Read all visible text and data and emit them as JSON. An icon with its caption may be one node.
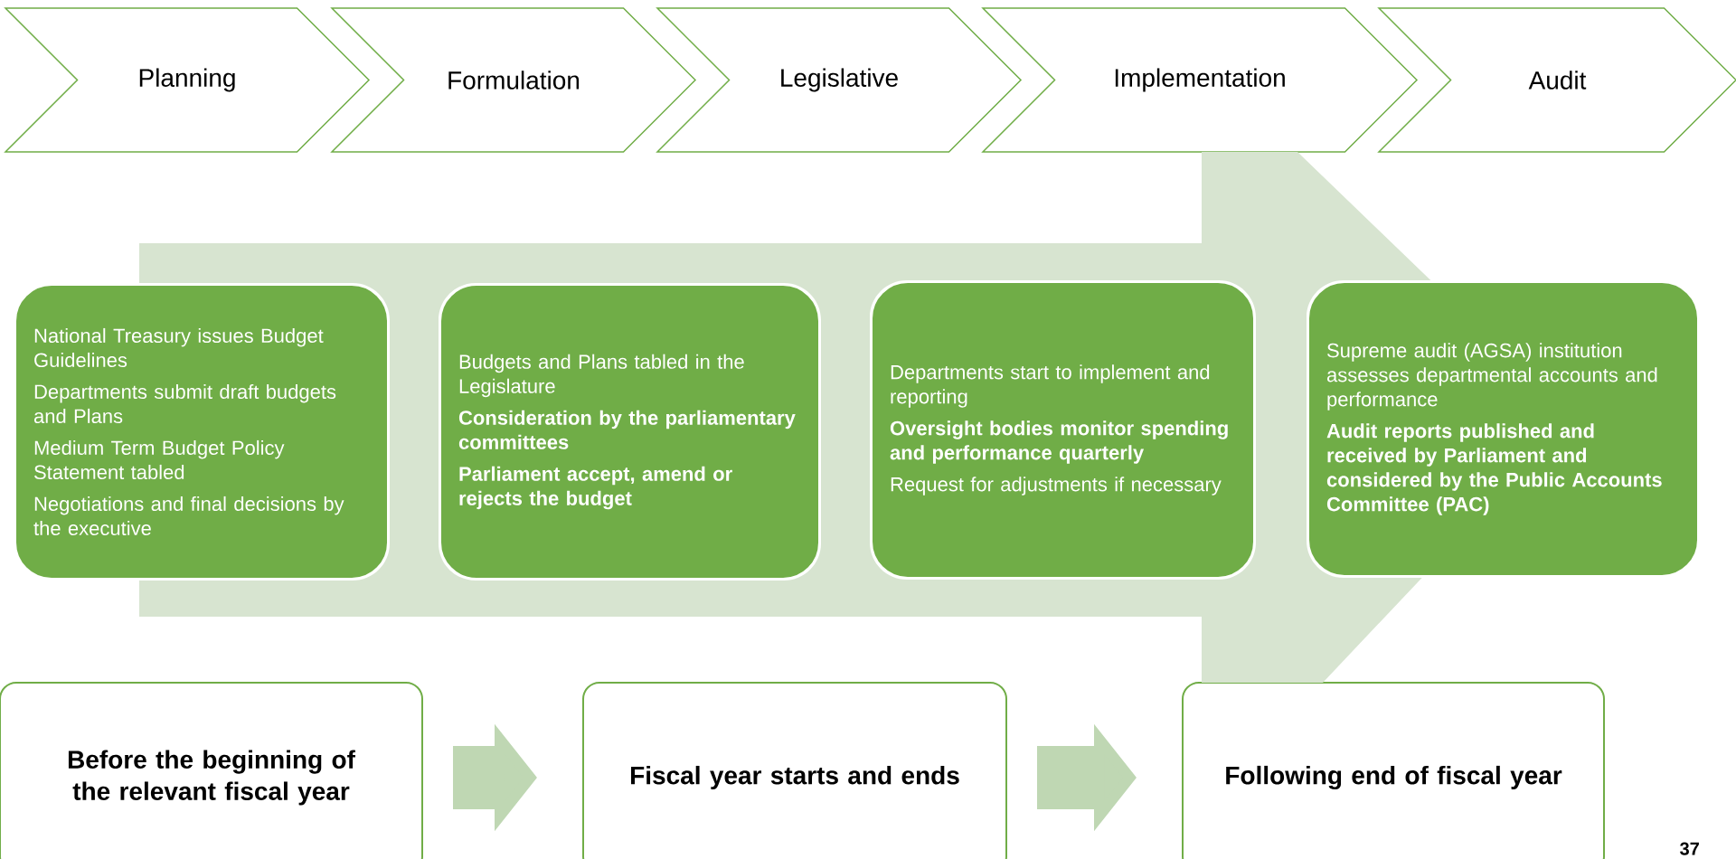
{
  "diagram": {
    "nodes": [
      {
        "text": [
          "Planning"
        ]
      },
      {
        "text": [
          "Formulation"
        ]
      },
      {
        "text": [
          "Legislative"
        ]
      },
      {
        "text": [
          "Implementation"
        ]
      },
      {
        "text": [
          "Audit"
        ]
      },
      {
        "text": [
          "National Treasury issues Budget Guidelines",
          "Departments submit draft budgets and Plans",
          "Medium Term Budget Policy Statement tabled",
          "Negotiations and final decisions by the executive"
        ]
      },
      {
        "text": [
          "Budgets and Plans tabled in the Legislature",
          "Consideration by the parliamentary committees",
          "Parliament accept, amend or rejects the budget"
        ]
      },
      {
        "text": [
          "Departments start to implement and reporting",
          "Oversight bodies monitor spending and performance quarterly",
          "Request for adjustments if necessary"
        ]
      },
      {
        "text": [
          "Supreme audit (AGSA) institution assesses departmental accounts and performance",
          "Audit reports published and received by Parliament and considered by the Public Accounts Committee (PAC)"
        ]
      },
      {
        "text": [
          "Before the beginning of the relevant fiscal year"
        ]
      },
      {
        "text": [
          "Fiscal year starts and ends"
        ]
      },
      {
        "text": [
          "Following end of fiscal year"
        ]
      }
    ],
    "edges": [
      {
        "from": 5,
        "to": 8,
        "arrow": "to",
        "style": "thick"
      },
      {
        "from": 9,
        "to": 10,
        "arrow": "to"
      },
      {
        "from": 10,
        "to": 11,
        "arrow": "to"
      }
    ],
    "labels": [
      "37"
    ]
  }
}
